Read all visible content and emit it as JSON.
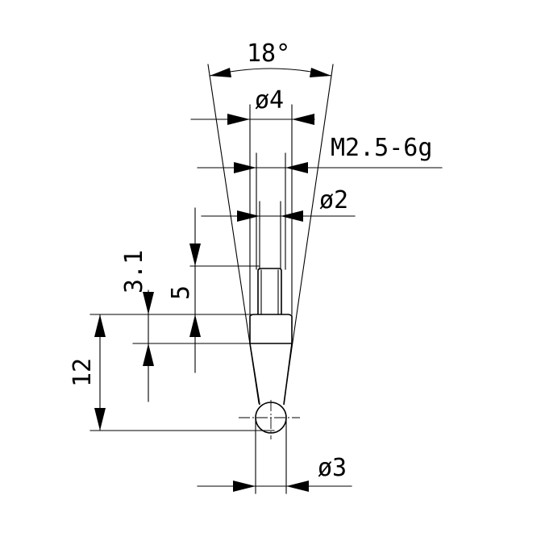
{
  "drawing": {
    "labels": {
      "angle": "18°",
      "outer_diameter": "ø4",
      "thread": "M2.5-6g",
      "shaft_diameter": "ø2",
      "shaft_length": "3.1",
      "thread_length": "5",
      "tip_length": "12",
      "ball_diameter": "ø3"
    }
  }
}
